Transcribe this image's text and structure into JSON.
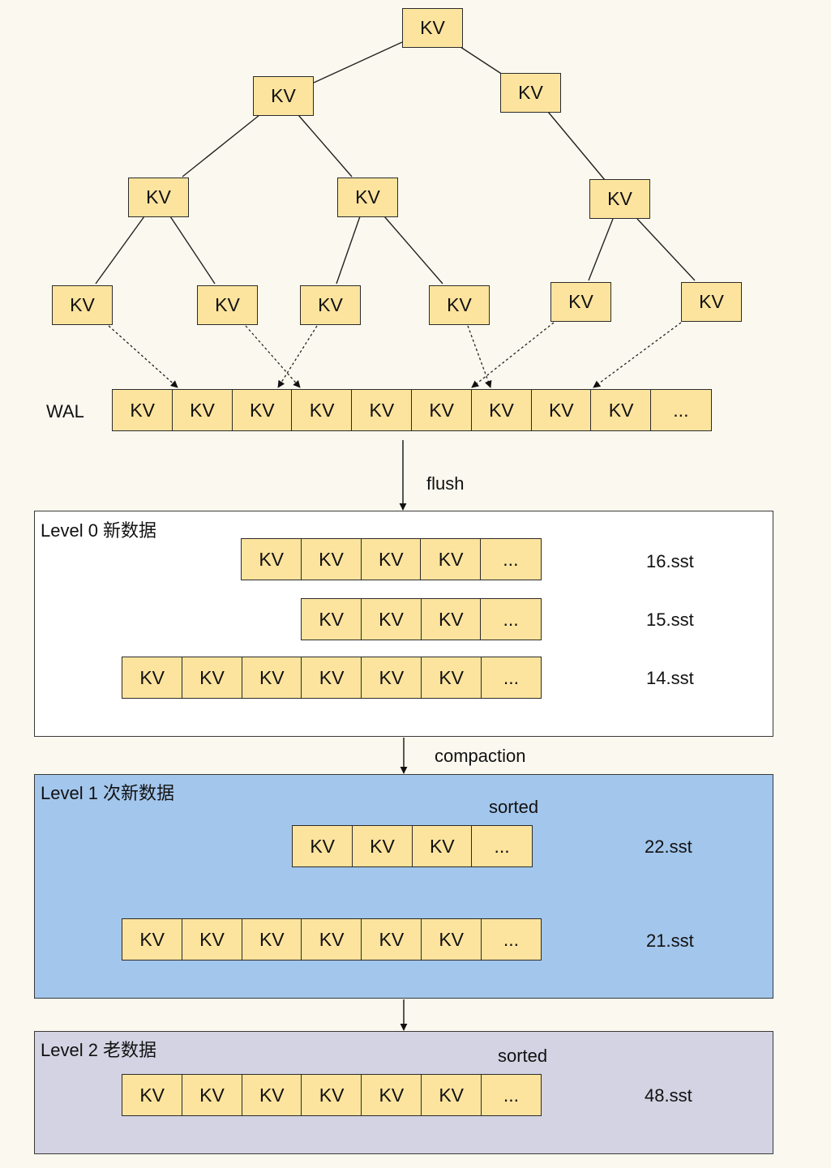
{
  "colors": {
    "background": "#fbf9ef",
    "kv_fill": "#fde49e",
    "level0_fill": "#ffffff",
    "level1_fill": "#a3c6ec",
    "level2_fill": "#d3d3e3"
  },
  "tree": {
    "root": "KV",
    "level1": [
      "KV",
      "KV"
    ],
    "level2": [
      "KV",
      "KV",
      "KV"
    ],
    "leaves": [
      "KV",
      "KV",
      "KV",
      "KV",
      "KV",
      "KV"
    ]
  },
  "wal": {
    "label": "WAL",
    "cells": [
      "KV",
      "KV",
      "KV",
      "KV",
      "KV",
      "KV",
      "KV",
      "KV",
      "KV",
      "..."
    ]
  },
  "flush_label": "flush",
  "compaction_label": "compaction",
  "level0": {
    "title": "Level 0 新数据",
    "files": [
      {
        "name": "16.sst",
        "cells": [
          "KV",
          "KV",
          "KV",
          "KV",
          "..."
        ]
      },
      {
        "name": "15.sst",
        "cells": [
          "KV",
          "KV",
          "KV",
          "..."
        ]
      },
      {
        "name": "14.sst",
        "cells": [
          "KV",
          "KV",
          "KV",
          "KV",
          "KV",
          "KV",
          "..."
        ]
      }
    ]
  },
  "level1": {
    "title": "Level 1 次新数据",
    "sorted_label": "sorted",
    "files": [
      {
        "name": "22.sst",
        "cells": [
          "KV",
          "KV",
          "KV",
          "..."
        ]
      },
      {
        "name": "21.sst",
        "cells": [
          "KV",
          "KV",
          "KV",
          "KV",
          "KV",
          "KV",
          "..."
        ]
      }
    ]
  },
  "level2": {
    "title": "Level 2 老数据",
    "sorted_label": "sorted",
    "files": [
      {
        "name": "48.sst",
        "cells": [
          "KV",
          "KV",
          "KV",
          "KV",
          "KV",
          "KV",
          "..."
        ]
      }
    ]
  }
}
